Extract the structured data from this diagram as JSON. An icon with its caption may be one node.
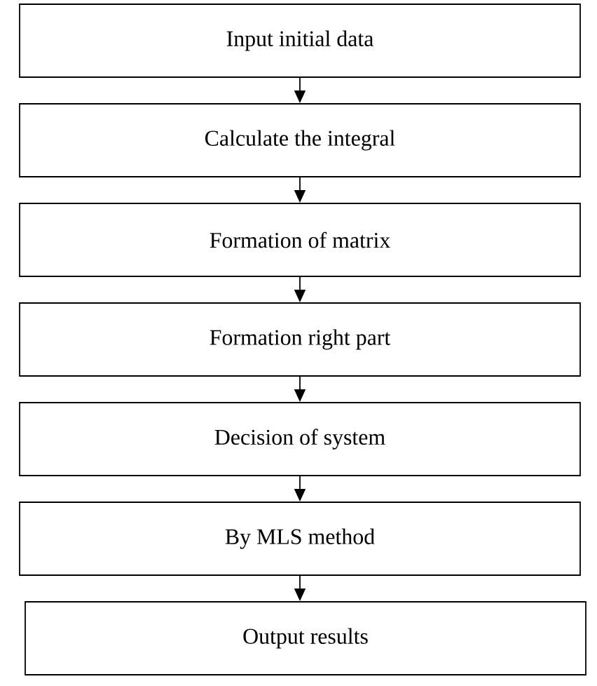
{
  "diagram": {
    "nodes": [
      {
        "text": [
          "Input initial data"
        ]
      },
      {
        "text": [
          "Calculate the integral"
        ]
      },
      {
        "text": [
          "Formation of matrix"
        ]
      },
      {
        "text": [
          "Formation right part"
        ]
      },
      {
        "text": [
          "Decision of system"
        ]
      },
      {
        "text": [
          "By MLS method"
        ]
      },
      {
        "text": [
          "Output results"
        ]
      }
    ],
    "edges": [
      {
        "from": 0,
        "to": 1,
        "arrow": "to"
      },
      {
        "from": 1,
        "to": 2,
        "arrow": "to"
      },
      {
        "from": 2,
        "to": 3,
        "arrow": "to"
      },
      {
        "from": 3,
        "to": 4,
        "arrow": "to"
      },
      {
        "from": 4,
        "to": 5,
        "arrow": "to"
      },
      {
        "from": 5,
        "to": 6,
        "arrow": "to"
      }
    ]
  }
}
